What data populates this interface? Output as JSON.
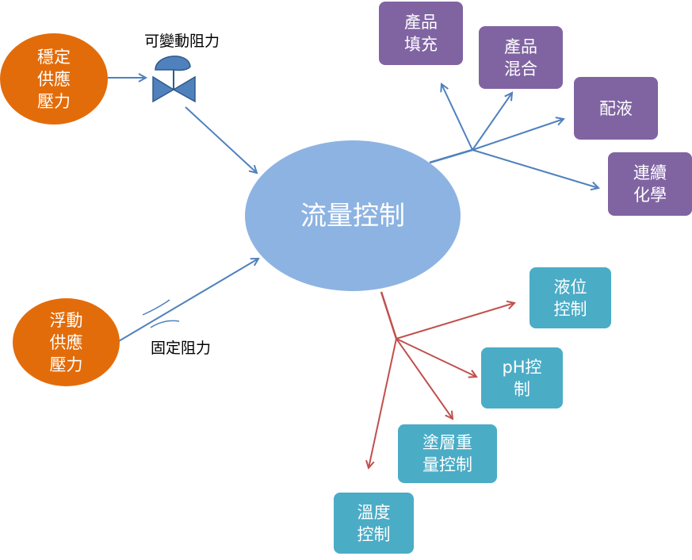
{
  "center": {
    "label": "流量控制"
  },
  "sources": {
    "stable": "穩定\n供應\n壓力",
    "floating": "浮動\n供應\n壓力"
  },
  "resistors": {
    "variable": "可變動阻力",
    "fixed": "固定阻力"
  },
  "applications": [
    {
      "label": "產品\n填充"
    },
    {
      "label": "產品\n混合"
    },
    {
      "label": "配液"
    },
    {
      "label": "連續\n化學"
    }
  ],
  "controls": [
    {
      "label": "液位\n控制"
    },
    {
      "label": "pH控\n制"
    },
    {
      "label": "塗層重\n量控制"
    },
    {
      "label": "溫度\n控制"
    }
  ],
  "colors": {
    "source": "#e36c0a",
    "application": "#8064a2",
    "control": "#4bacc6",
    "center": "#8db3e2",
    "blue_arrow": "#4f81bd",
    "red_arrow": "#c0504d"
  }
}
